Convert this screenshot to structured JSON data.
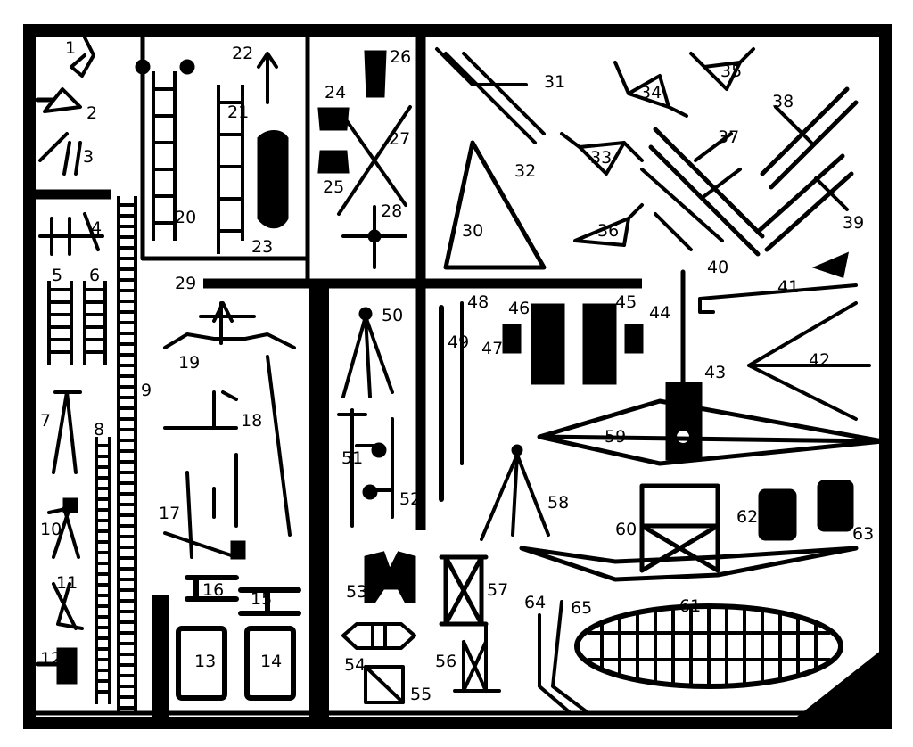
{
  "diagram": {
    "colors": {
      "ink": "#000000",
      "paper": "#ffffff"
    },
    "part_numbers": [
      "1",
      "2",
      "3",
      "4",
      "5",
      "6",
      "7",
      "8",
      "9",
      "10",
      "11",
      "12",
      "13",
      "14",
      "15",
      "16",
      "17",
      "18",
      "19",
      "20",
      "21",
      "22",
      "23",
      "24",
      "25",
      "26",
      "27",
      "28",
      "29",
      "30",
      "31",
      "32",
      "33",
      "34",
      "35",
      "36",
      "37",
      "38",
      "39",
      "40",
      "41",
      "42",
      "43",
      "44",
      "45",
      "46",
      "47",
      "48",
      "49",
      "50",
      "51",
      "52",
      "53",
      "54",
      "55",
      "56",
      "57",
      "58",
      "59",
      "60",
      "61",
      "62",
      "63",
      "64",
      "65"
    ]
  }
}
